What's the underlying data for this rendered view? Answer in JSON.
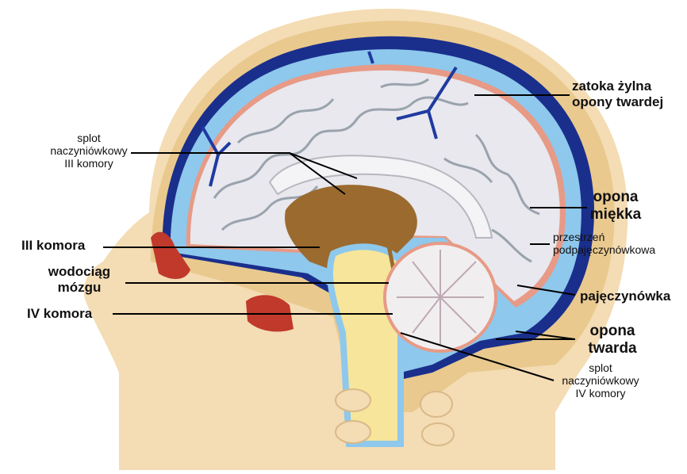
{
  "labels": {
    "zatoka": [
      "zatoka żylna",
      "opony twardej"
    ],
    "splot3": [
      "splot",
      "naczyniówkowy",
      "III komory"
    ],
    "opona_miekka": [
      "opona",
      "miękka"
    ],
    "iii_komora": "III komora",
    "przestrzen": [
      "przestrzeń",
      "podpajęczynówkowa"
    ],
    "wodociag": [
      "wodociąg",
      "mózgu"
    ],
    "pajeczynowka": "pajęczynówka",
    "iv_komora": "IV komora",
    "opona_twarda": [
      "opona",
      "twarda"
    ],
    "splot4": [
      "splot",
      "naczyniówkowy",
      "IV komory"
    ]
  },
  "colors": {
    "skin": "#f4dcb4",
    "bone": "#e9c98e",
    "csf": "#8ec8ec",
    "dura": "#1a2f8c",
    "pia": "#e79a86",
    "brain": "#e8e8ee",
    "gyri_line": "#9aa3ad",
    "ventricle": "#9b6a2f",
    "stem": "#f6e59a",
    "sinus": "#c0392b",
    "cerebellum": "#f1eef0",
    "vein": "#1f3aa0"
  }
}
